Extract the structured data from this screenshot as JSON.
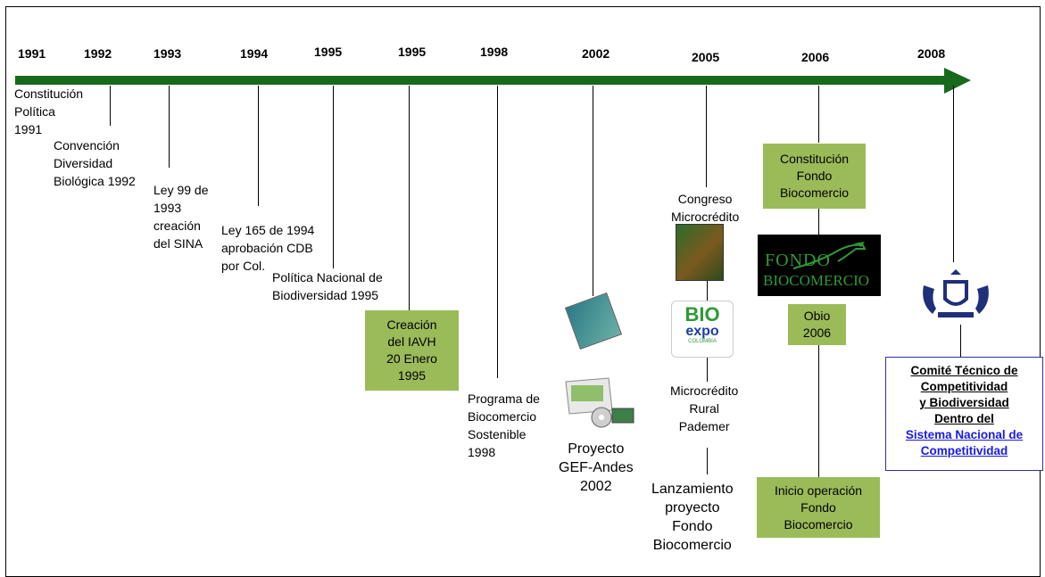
{
  "years": [
    "1991",
    "1992",
    "1993",
    "1994",
    "1995",
    "1995",
    "1998",
    "2002",
    "2005",
    "2006",
    "2008"
  ],
  "labels": {
    "constitucion": "Constitución\nPolítica\n1991",
    "convencion": "Convención\nDiversidad\nBiológica 1992",
    "ley99": "Ley 99 de\n1993\ncreación\ndel SINA",
    "ley165": "Ley 165 de 1994\naprobación CDB\npor Col.",
    "politica": "Política Nacional de\nBiodiversidad 1995",
    "programa": "Programa de\nBiocomercio\nSostenible\n 1998",
    "proyecto": "Proyecto\nGEF-Andes\n2002",
    "congreso": "Congreso\nMicrocrédito",
    "microcredito": "Microcrédito\nRural\nPademer",
    "lanzamiento": "Lanzamiento\nproyecto\nFondo\nBiocomercio"
  },
  "boxes": {
    "iavh": "Creación\ndel  IAVH\n20 Enero\n1995",
    "constitucion_fondo": "Constitución\nFondo\nBiocomercio",
    "obio": "Obio\n2006",
    "inicio": "Inicio operación\nFondo\nBiocomercio"
  },
  "logos": {
    "fondo_line1": "FONDO",
    "fondo_line2": "BIOCOMERCIO",
    "bio": "BIO",
    "expo": "expo",
    "expo_sub": "COLOMBIA"
  },
  "comite": {
    "line1": "Comité Técnico de",
    "line2": "Competitividad",
    "line3": "y Biodiversidad",
    "line4": "Dentro del",
    "line5": "Sistema Nacional de",
    "line6": "Competitividad"
  },
  "colors": {
    "arrow": "#176a1c",
    "box": "#9bbb59",
    "link": "#1a1ae6",
    "logo_bg": "#000000",
    "logo_text": "#2e9a35"
  }
}
